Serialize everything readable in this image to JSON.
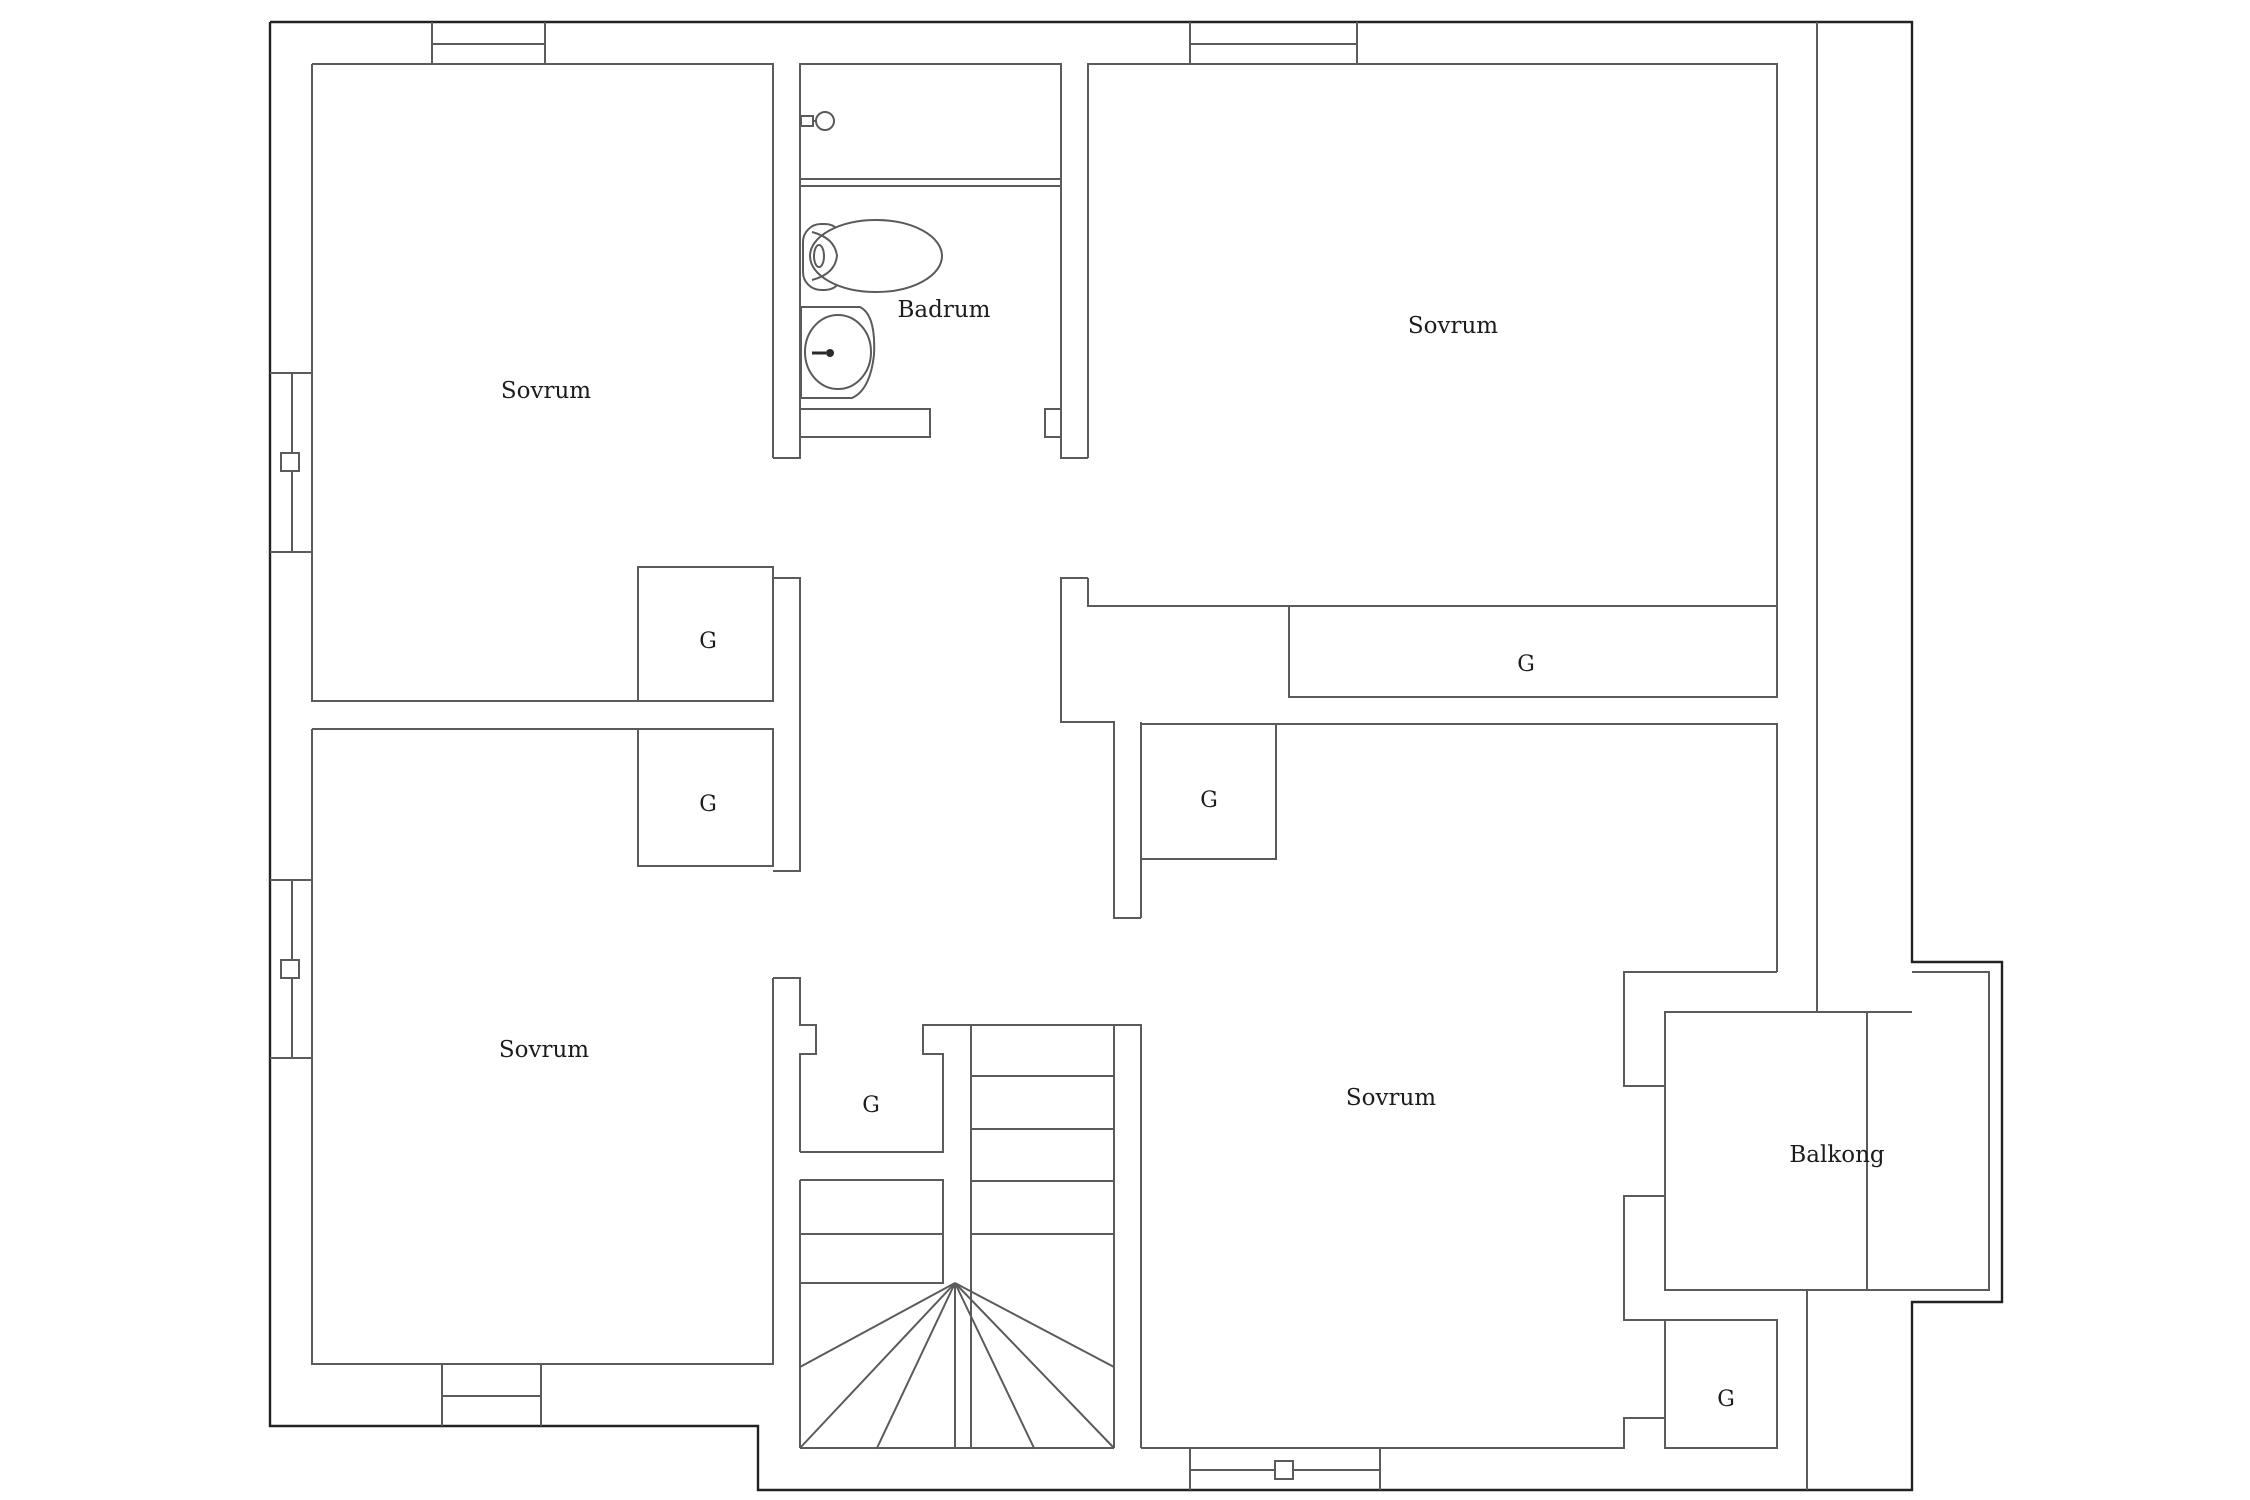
{
  "plan": {
    "line_color": "#5b5b5b",
    "rooms": {
      "bedroom_nw": "Sovrum",
      "bedroom_ne": "Sovrum",
      "bedroom_sw": "Sovrum",
      "bedroom_se": "Sovrum",
      "bathroom": "Badrum",
      "balcony": "Balkong"
    },
    "closets": {
      "nw": "G",
      "ne": "G",
      "sw": "G",
      "center": "G",
      "stair": "G",
      "se": "G"
    }
  }
}
